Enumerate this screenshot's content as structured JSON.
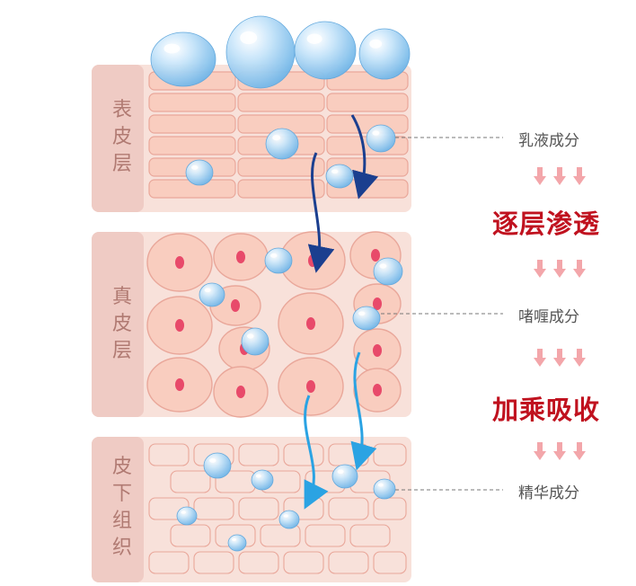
{
  "layers": [
    {
      "id": "epidermis",
      "label": "表\n皮\n层"
    },
    {
      "id": "dermis",
      "label": "真\n皮\n层"
    },
    {
      "id": "subcutaneous",
      "label": "皮\n下\n组\n织"
    }
  ],
  "callouts": {
    "emulsion": "乳液成分",
    "hyaluronic": "啫喱成分",
    "essence": "精华成分"
  },
  "emphasis": {
    "penetrate": "逐层渗透",
    "absorb": "加乘吸收"
  },
  "colors": {
    "layer_panel": "#f8e1da",
    "label_panel": "#efcbc4",
    "label_text": "#b07a72",
    "cell_fill": "#f9cdbf",
    "cell_border": "#e9a79a",
    "nucleus": "#e84a6a",
    "droplet": "#9fd0f2",
    "arrow_dark": "#1b3f8f",
    "arrow_light": "#2ba3e3",
    "emphasis_text": "#c0121f",
    "down_arrow": "#f3a6aa",
    "callout_text": "#555555"
  },
  "icons": [
    "water-droplet-icon",
    "down-arrow-icon"
  ]
}
